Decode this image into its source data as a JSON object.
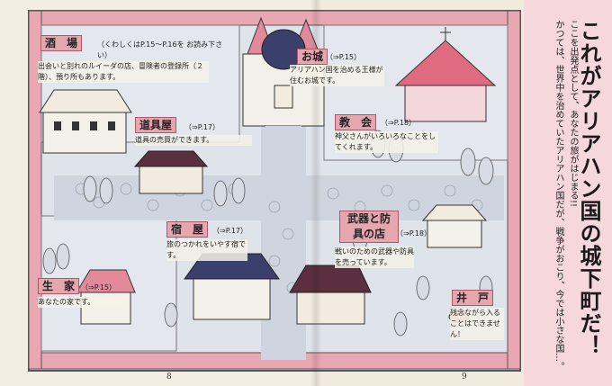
{
  "title": "これがアリアハン国の城下町だ！",
  "intro": [
    "かつては、世界中を治めていたアリアハン国だが、戦争がおこり、今では小さな国…。",
    "ここを出発点として、あなたの旅がはじまる!!"
  ],
  "page_numbers": {
    "left": "8",
    "right": "9"
  },
  "locations": {
    "tavern": {
      "name": "酒　場",
      "ref": "（くわしくはP.15～P.16を お読み下さい）",
      "desc": "出会いと別れのルイーダの店、冒険者の登録所（２階）、預り所もあります。"
    },
    "castle": {
      "name": "お城",
      "ref": "（⇒P.15）",
      "desc": "アリアハン国を治める王様が住むお城です。"
    },
    "tool_shop": {
      "name": "道具屋",
      "ref": "（⇒P.17）",
      "desc": "道具の売買ができます。"
    },
    "church": {
      "name": "教　会",
      "ref": "（⇒P.18）",
      "desc": "神父さんがいろいろなことをしてくれます。"
    },
    "inn": {
      "name": "宿　屋",
      "ref": "（⇒P.17）",
      "desc": "旅のつかれをいやす宿です。"
    },
    "weapon_shop": {
      "name": "武器と防具の店",
      "ref": "（⇒P.18）",
      "desc": "戦いのための武器や防具を売っています。"
    },
    "home": {
      "name": "生　家",
      "ref": "（⇒P.15）",
      "desc": "あなたの家です。"
    },
    "well": {
      "name": "井　戸",
      "desc": "残念ながら入ることはできません！"
    }
  },
  "colors": {
    "accent_pink": "#e6a6b0",
    "wall_pink": "#e9a6b3",
    "roof_navy": "#3a3f6b",
    "road_gray": "#cfd5de"
  }
}
